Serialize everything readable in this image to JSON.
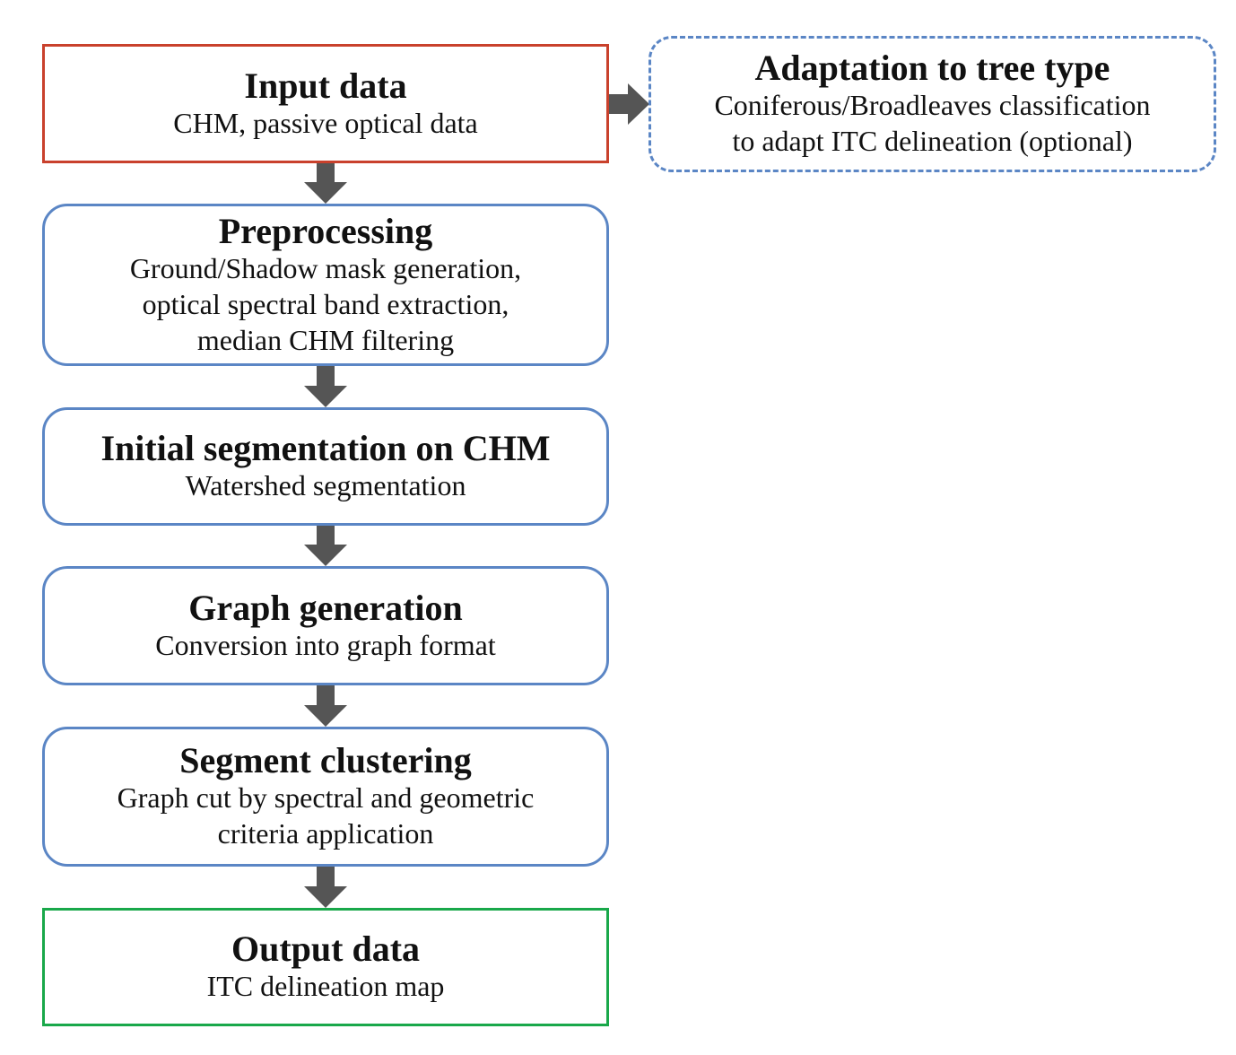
{
  "colors": {
    "input_border": "#c9412c",
    "output_border": "#19a84a",
    "process_border": "#5b86c5",
    "arrow": "#555555"
  },
  "boxes": {
    "input": {
      "title": "Input data",
      "lines": [
        "CHM, passive optical data"
      ]
    },
    "adaptation": {
      "title": "Adaptation to tree type",
      "lines": [
        "Coniferous/Broadleaves classification",
        "to adapt ITC delineation (optional)"
      ]
    },
    "preprocessing": {
      "title": "Preprocessing",
      "lines": [
        "Ground/Shadow mask generation,",
        "optical spectral band extraction,",
        "median CHM filtering"
      ]
    },
    "initial_segmentation": {
      "title": "Initial segmentation on CHM",
      "lines": [
        "Watershed segmentation"
      ]
    },
    "graph_generation": {
      "title": "Graph generation",
      "lines": [
        "Conversion into graph format"
      ]
    },
    "segment_clustering": {
      "title": "Segment clustering",
      "lines": [
        "Graph cut by spectral and geometric",
        "criteria application"
      ]
    },
    "output": {
      "title": "Output data",
      "lines": [
        "ITC delineation map"
      ]
    }
  }
}
